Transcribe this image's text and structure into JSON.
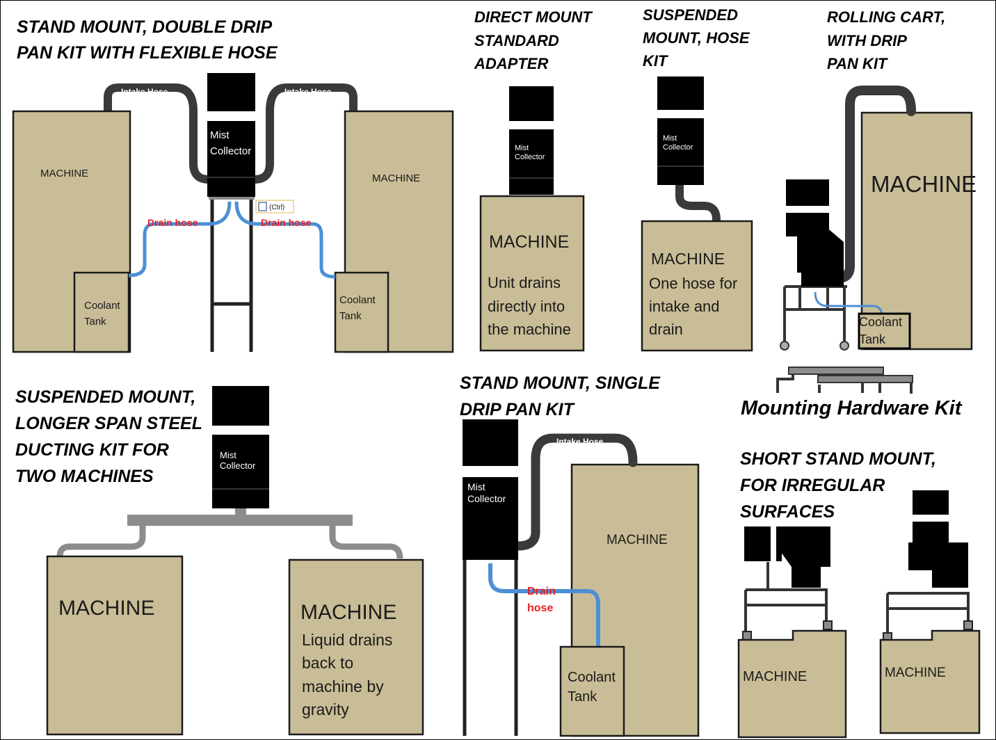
{
  "titles": {
    "stand_double": [
      "STAND MOUNT, DOUBLE DRIP",
      "PAN KIT WITH FLEXIBLE HOSE"
    ],
    "direct": [
      "DIRECT MOUNT",
      "STANDARD",
      "ADAPTER"
    ],
    "suspended_hose": [
      "SUSPENDED",
      "MOUNT, HOSE",
      "KIT"
    ],
    "rolling": [
      "ROLLING CART,",
      "WITH DRIP",
      "PAN KIT"
    ],
    "suspended_span": [
      "SUSPENDED MOUNT,",
      "LONGER SPAN STEEL",
      "DUCTING KIT FOR",
      "TWO MACHINES"
    ],
    "stand_single": [
      "STAND MOUNT, SINGLE",
      "DRIP PAN KIT"
    ],
    "mounting_hw": "Mounting Hardware Kit",
    "short_stand": [
      "SHORT STAND MOUNT,",
      "FOR IRREGULAR",
      "SURFACES"
    ]
  },
  "labels": {
    "machine": "MACHINE",
    "intake_hose": "Intake Hose",
    "drain_hose": "Drain hose",
    "drain_hose_split": [
      "Drain",
      "hose"
    ],
    "mist_collector": [
      "Mist",
      "Collector"
    ],
    "coolant_tank": [
      "Coolant",
      "Tank"
    ],
    "ctrl_tag": "(Ctrl)",
    "direct_note": [
      "Unit drains",
      "directly into",
      "the machine"
    ],
    "hose_note": [
      "One hose for",
      "intake and",
      "drain"
    ],
    "gravity_note": [
      "Liquid drains",
      "back to",
      "machine by",
      "gravity"
    ]
  },
  "colors": {
    "machine_fill": "#c9bd97",
    "collector": "#000000",
    "hose": "#3a3a3a",
    "drain_hose": "#4d8fd4",
    "drain_label": "#e81e25",
    "steel": "#8c8c8c"
  }
}
